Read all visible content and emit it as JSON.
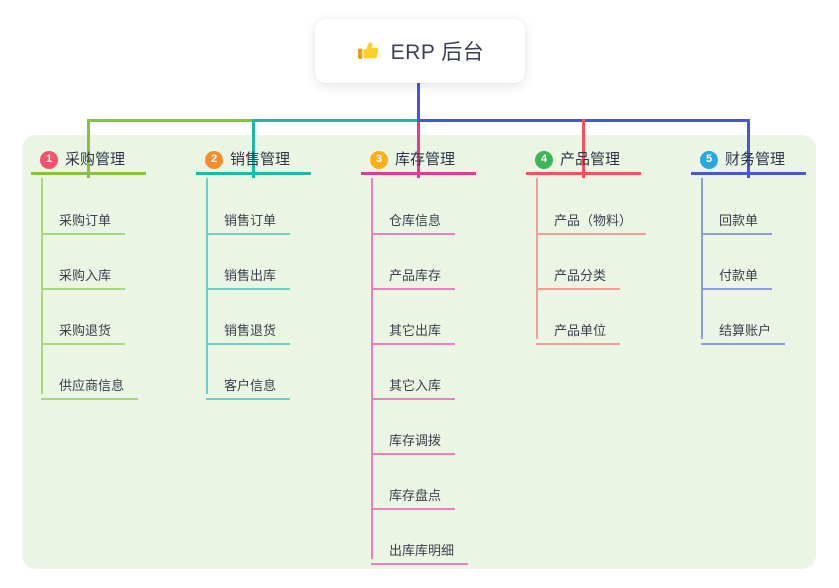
{
  "root": {
    "title": "ERP 后台",
    "icon": "thumbs-up-icon",
    "card_background": "#ffffff",
    "title_color": "#3a4058"
  },
  "canvas": {
    "background": "#ffffff",
    "panel_background": "#eaf6e3"
  },
  "connectors": {
    "root_color": "#4558cf"
  },
  "branches": [
    {
      "badge": "1",
      "badge_color": "#f4526a",
      "label": "采购管理",
      "line_color": "#82c341",
      "child_line_color": "#a9d77e",
      "children": [
        "采购订单",
        "采购入库",
        "采购退货",
        "供应商信息"
      ]
    },
    {
      "badge": "2",
      "badge_color": "#f88c28",
      "label": "销售管理",
      "line_color": "#1cb9a9",
      "child_line_color": "#6fcfc4",
      "children": [
        "销售订单",
        "销售出库",
        "销售退货",
        "客户信息"
      ]
    },
    {
      "badge": "3",
      "badge_color": "#fcaf17",
      "label": "库存管理",
      "line_color": "#e23a98",
      "child_line_color": "#ed7fc0",
      "children": [
        "仓库信息",
        "产品库存",
        "其它出库",
        "其它入库",
        "库存调拨",
        "库存盘点",
        "出库库明细"
      ]
    },
    {
      "badge": "4",
      "badge_color": "#3eb358",
      "label": "产品管理",
      "line_color": "#f5525d",
      "child_line_color": "#f79a99",
      "children": [
        "产品（物料）",
        "产品分类",
        "产品单位"
      ]
    },
    {
      "badge": "5",
      "badge_color": "#2aa8de",
      "label": "财务管理",
      "line_color": "#4558cf",
      "child_line_color": "#8b9ce1",
      "children": [
        "回款单",
        "付款单",
        "结算账户"
      ]
    }
  ]
}
